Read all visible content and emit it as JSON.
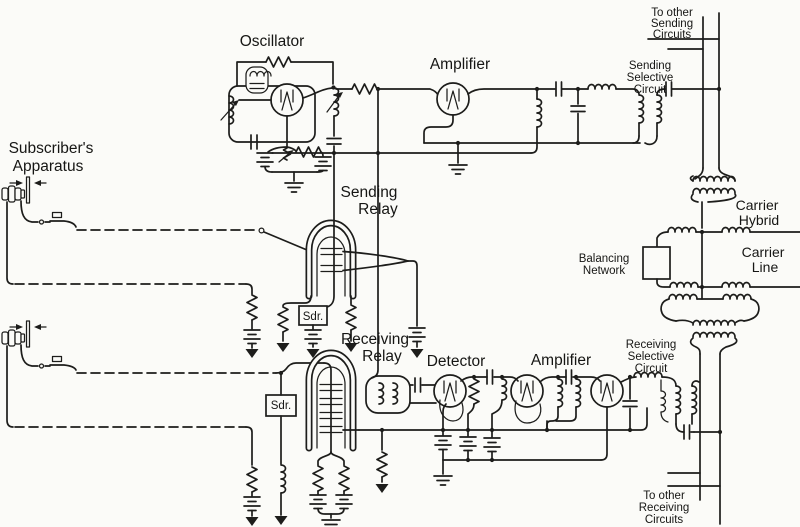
{
  "figure": "carrier-telephone-system-circuit-diagram",
  "colors": {
    "paper": "#fbfbf8",
    "ink": "#1d1d1b"
  },
  "labels": {
    "subscribers_apparatus_1": "Subscriber's",
    "subscribers_apparatus_2": "Apparatus",
    "oscillator": "Oscillator",
    "amplifier_top": "Amplifier",
    "sending_relay_1": "Sending",
    "sending_relay_2": "Relay",
    "receiving_relay_1": "Receiving",
    "receiving_relay_2": "Relay",
    "sdr_1": "Sdr.",
    "sdr_2": "Sdr.",
    "detector": "Detector",
    "amplifier_bottom": "Amplifier",
    "sending_selective_1": "Sending",
    "sending_selective_2": "Selective",
    "sending_selective_3": "Circuit",
    "receiving_selective_1": "Receiving",
    "receiving_selective_2": "Selective",
    "receiving_selective_3": "Circuit",
    "to_other_sending_1": "To other",
    "to_other_sending_2": "Sending",
    "to_other_sending_3": "Circuits",
    "to_other_receiving_1": "To other",
    "to_other_receiving_2": "Receiving",
    "to_other_receiving_3": "Circuits",
    "carrier_hybrid_1": "Carrier",
    "carrier_hybrid_2": "Hybrid",
    "carrier_line_1": "Carrier",
    "carrier_line_2": "Line",
    "balancing_network_1": "Balancing",
    "balancing_network_2": "Network"
  }
}
